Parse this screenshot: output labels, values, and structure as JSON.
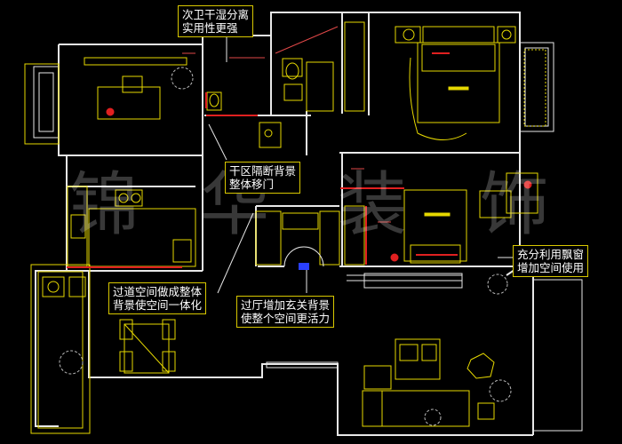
{
  "watermark": [
    "锦",
    "华",
    "装",
    "饰"
  ],
  "colors": {
    "wall": "#e8e8e8",
    "furniture": "#e6d800",
    "partition": "#e02020",
    "note_border": "#d8c800",
    "door": "#2a40ff"
  },
  "annotations": [
    {
      "lines": [
        "次卫干湿分离",
        "实用性更强"
      ]
    },
    {
      "lines": [
        "干区隔断背景",
        "整体移门"
      ]
    },
    {
      "lines": [
        "充分利用飘窗",
        "增加空间使用"
      ]
    },
    {
      "lines": [
        "过道空间做成整体",
        "背景使空间一体化"
      ]
    },
    {
      "lines": [
        "过厅增加玄关背景",
        "使整个空间更活力"
      ]
    }
  ]
}
